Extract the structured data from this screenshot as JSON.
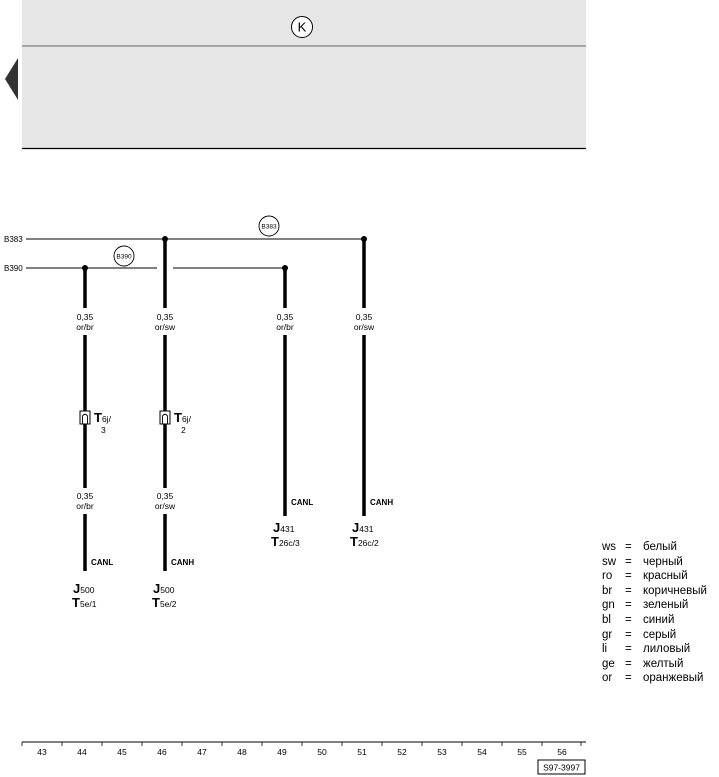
{
  "header": {
    "symbol": "K"
  },
  "buses": [
    {
      "id": "B383",
      "label": "B383",
      "bubble": "B383"
    },
    {
      "id": "B390",
      "label": "B390",
      "bubble": "B390"
    }
  ],
  "wires": [
    {
      "id": "w44",
      "col": "44",
      "upper_section": "0,35",
      "upper_color": "or/br",
      "connector": "T6j/",
      "connector_main": "T",
      "connector_sub": "6j/",
      "connector_pin": "3",
      "lower_section": "0,35",
      "lower_color": "or/br",
      "signal": "CANL",
      "component": "J",
      "component_sub": "500",
      "terminal": "T",
      "terminal_sub": "5e/1"
    },
    {
      "id": "w46",
      "col": "46",
      "upper_section": "0,35",
      "upper_color": "or/sw",
      "connector": "T6j/",
      "connector_main": "T",
      "connector_sub": "6j/",
      "connector_pin": "2",
      "lower_section": "0,35",
      "lower_color": "or/sw",
      "signal": "CANH",
      "component": "J",
      "component_sub": "500",
      "terminal": "T",
      "terminal_sub": "5e/2"
    },
    {
      "id": "w49",
      "col": "49",
      "upper_section": "0,35",
      "upper_color": "or/br",
      "signal": "CANL",
      "component": "J",
      "component_sub": "431",
      "terminal": "T",
      "terminal_sub": "26c/3"
    },
    {
      "id": "w51",
      "col": "51",
      "upper_section": "0,35",
      "upper_color": "or/sw",
      "signal": "CANH",
      "component": "J",
      "component_sub": "431",
      "terminal": "T",
      "terminal_sub": "26c/2"
    }
  ],
  "legend": [
    {
      "code": "ws",
      "eq": "=",
      "name": "белый"
    },
    {
      "code": "sw",
      "eq": "=",
      "name": "черный"
    },
    {
      "code": "ro",
      "eq": "=",
      "name": "красный"
    },
    {
      "code": "br",
      "eq": "=",
      "name": "коричневый"
    },
    {
      "code": "gn",
      "eq": "=",
      "name": "зеленый"
    },
    {
      "code": "bl",
      "eq": "=",
      "name": "синий"
    },
    {
      "code": "gr",
      "eq": "=",
      "name": "серый"
    },
    {
      "code": "li",
      "eq": "=",
      "name": "лиловый"
    },
    {
      "code": "ge",
      "eq": "=",
      "name": "желтый"
    },
    {
      "code": "or",
      "eq": "=",
      "name": "оранжевый"
    }
  ],
  "columns": [
    "43",
    "44",
    "45",
    "46",
    "47",
    "48",
    "49",
    "50",
    "51",
    "52",
    "53",
    "54",
    "55",
    "56"
  ],
  "footer": {
    "diagram_id": "S97-3997"
  },
  "colors": {
    "header_bg": "#e6e6e6",
    "line": "#000000"
  }
}
